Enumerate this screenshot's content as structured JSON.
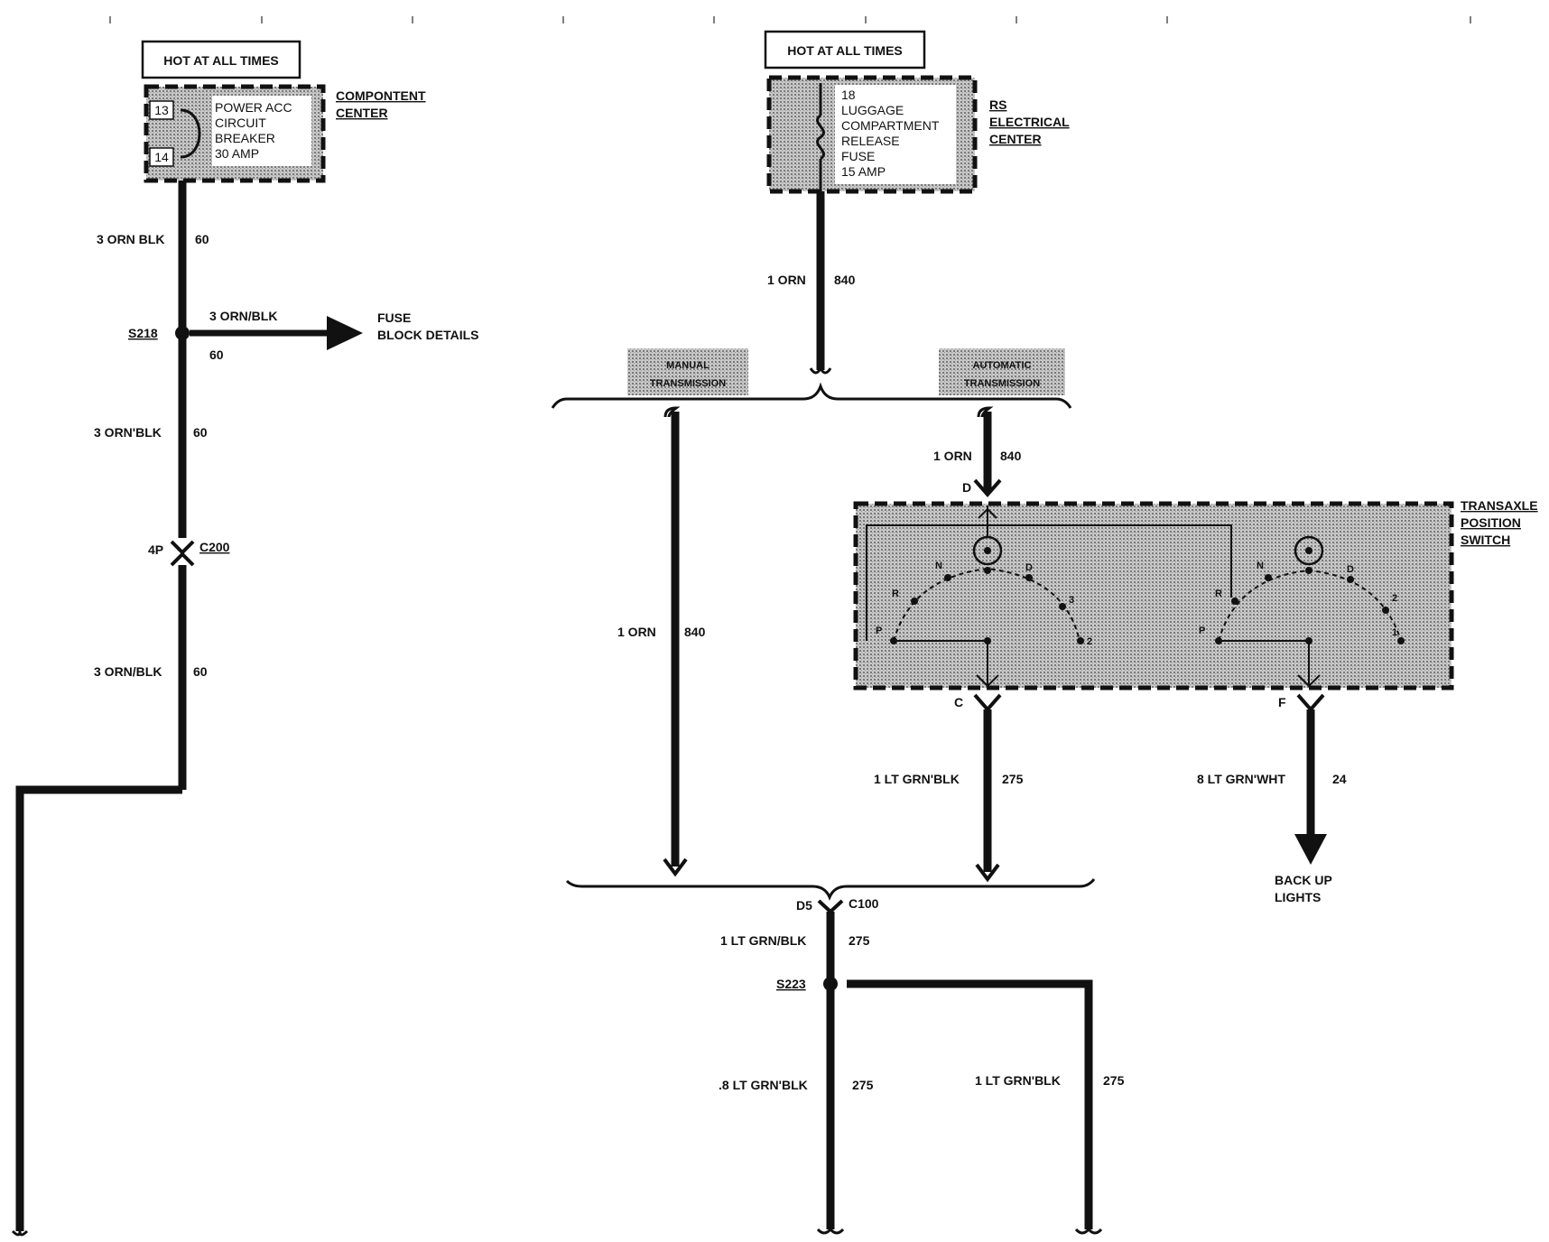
{
  "left": {
    "hot_label": "HOT AT ALL TIMES",
    "cb_pin_top": "13",
    "cb_pin_bottom": "14",
    "cb_text": [
      "POWER ACC",
      "CIRCUIT",
      "BREAKER",
      "30 AMP"
    ],
    "center_label": [
      "COMPONTENT",
      "CENTER"
    ],
    "wire1_label": "3 ORN BLK",
    "wire1_num": "60",
    "splice_label": "S218",
    "branch_label": "3 ORN/BLK",
    "branch_num": "60",
    "arrow_dest": [
      "FUSE",
      "BLOCK DETAILS"
    ],
    "wire2_label": "3 ORN'BLK",
    "wire2_num": "60",
    "connector_pin": "4P",
    "connector_label": "C200",
    "wire3_label": "3 ORN/BLK",
    "wire3_num": "60"
  },
  "right": {
    "hot_label": "HOT AT ALL TIMES",
    "fuse_text": [
      "18",
      "LUGGAGE",
      "COMPARTMENT",
      "RELEASE",
      "FUSE",
      "15 AMP"
    ],
    "center_label": [
      "RS",
      "ELECTRICAL",
      "CENTER"
    ],
    "wire_main_label": "1 ORN",
    "wire_main_num": "840",
    "manual_label": [
      "MANUAL",
      "TRANSMISSION"
    ],
    "auto_label": [
      "AUTOMATIC",
      "TRANSMISSION"
    ],
    "manual_wire_label": "1 ORN",
    "manual_wire_num": "840",
    "auto_wire_label": "1 ORN",
    "auto_wire_num": "840",
    "pin_d": "D",
    "pin_c": "C",
    "pin_f": "F",
    "switch_label": [
      "TRANSAXLE",
      "POSITION",
      "SWITCH"
    ],
    "switch_positions_left": [
      "N",
      "D",
      "R",
      "P",
      "3",
      "2"
    ],
    "switch_positions_right": [
      "N",
      "D",
      "R",
      "P",
      "2",
      "1"
    ],
    "wire_c_label": "1 LT GRN'BLK",
    "wire_c_num": "275",
    "wire_f_label": "8 LT GRN'WHT",
    "wire_f_num": "24",
    "backup_dest": [
      "BACK UP",
      "LIGHTS"
    ],
    "c100_pin": "D5",
    "c100_label": "C100",
    "wire4_label": "1 LT GRN/BLK",
    "wire4_num": "275",
    "splice2_label": "S223",
    "wire5_label": ".8 LT GRN'BLK",
    "wire5_num": "275",
    "wire6_label": "1 LT GRN'BLK",
    "wire6_num": "275"
  }
}
